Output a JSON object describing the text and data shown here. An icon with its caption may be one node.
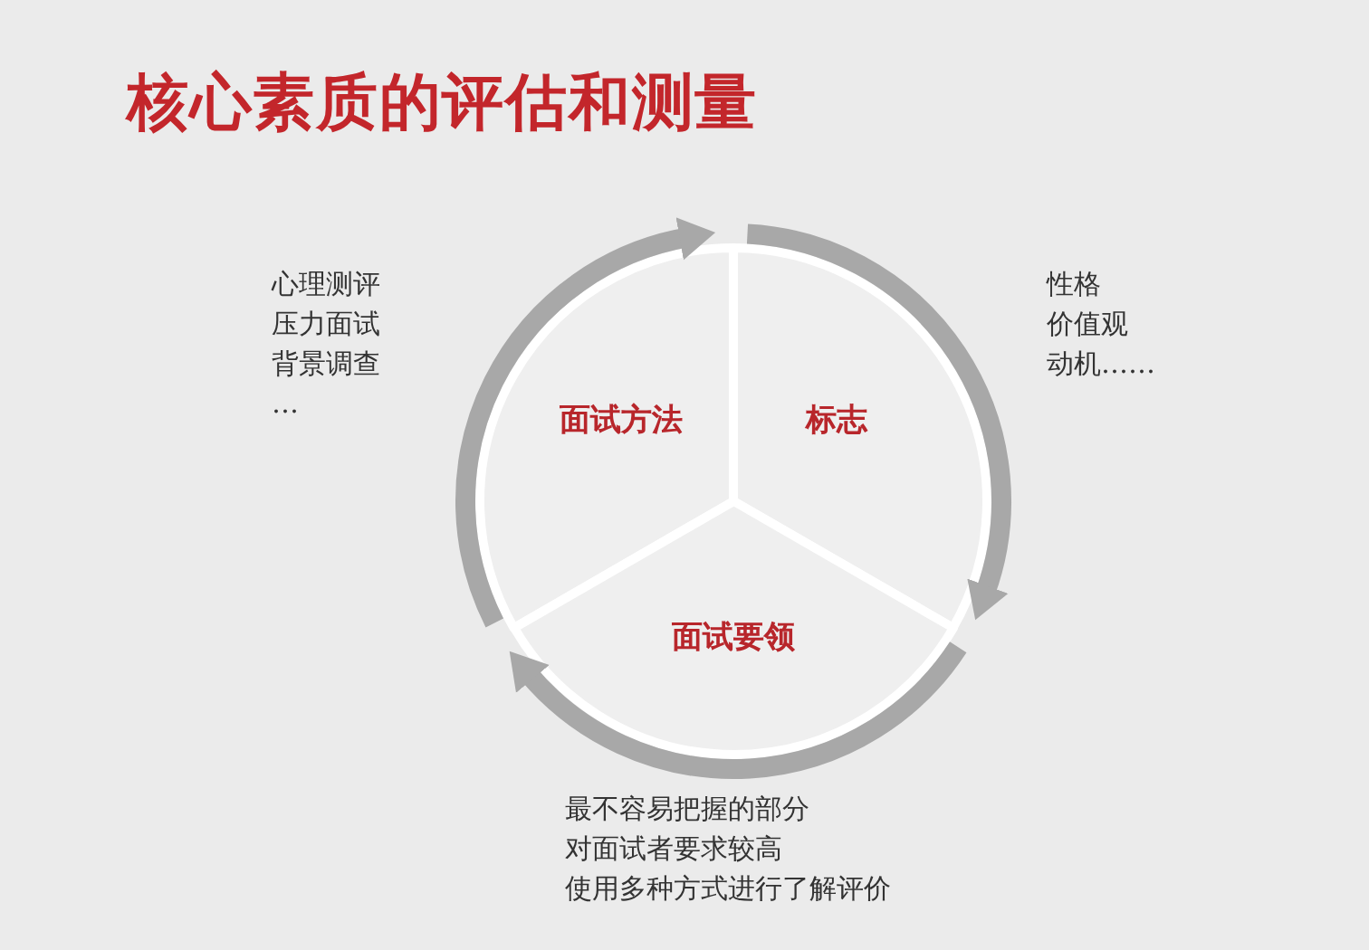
{
  "diagram": {
    "title": "核心素质的评估和测量",
    "nodes": [
      {
        "text": [
          "面试方法"
        ],
        "beside": [
          "心理测评",
          "压力面试",
          "背景调查",
          "…"
        ]
      },
      {
        "text": [
          "标志"
        ],
        "beside": [
          "性格",
          "价值观",
          "动机……"
        ]
      },
      {
        "text": [
          "面试要领"
        ],
        "beside": [
          "最不容易把握的部分",
          "对面试者要求较高",
          "使用多种方式进行了解评价"
        ]
      }
    ],
    "edges": [
      {
        "from": 0,
        "to": 1,
        "arrow": "to"
      },
      {
        "from": 1,
        "to": 2,
        "arrow": "to"
      },
      {
        "from": 2,
        "to": 0,
        "arrow": "to"
      }
    ]
  }
}
